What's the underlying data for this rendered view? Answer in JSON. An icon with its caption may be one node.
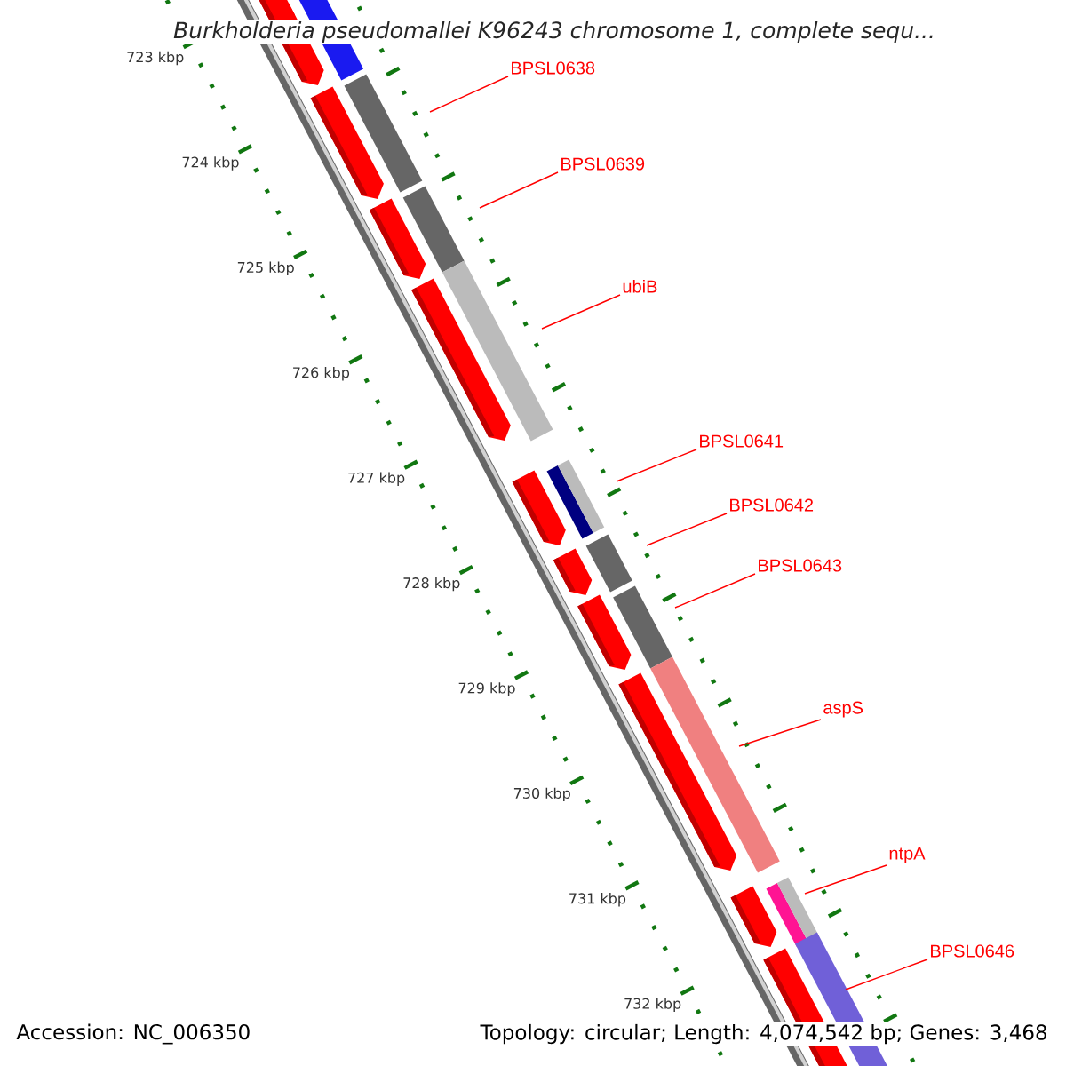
{
  "diagram": {
    "title": "Burkholderia pseudomallei K96243 chromosome 1, complete sequ...",
    "nodes": [
      {
        "text": [
          "BPSL0638"
        ]
      },
      {
        "text": [
          "BPSL0639"
        ]
      },
      {
        "text": [
          "ubiB"
        ]
      },
      {
        "text": [
          "BPSL0641"
        ]
      },
      {
        "text": [
          "BPSL0642"
        ]
      },
      {
        "text": [
          "BPSL0643"
        ]
      },
      {
        "text": [
          "aspS"
        ]
      },
      {
        "text": [
          "ntpA"
        ]
      },
      {
        "text": [
          "BPSL0646"
        ]
      }
    ],
    "edges": [
      {
        "from": 0,
        "to": null,
        "arrow": "none"
      },
      {
        "from": 1,
        "to": null,
        "arrow": "none"
      },
      {
        "from": 2,
        "to": null,
        "arrow": "none"
      },
      {
        "from": 3,
        "to": null,
        "arrow": "none"
      },
      {
        "from": 4,
        "to": null,
        "arrow": "none"
      },
      {
        "from": 5,
        "to": null,
        "arrow": "none"
      },
      {
        "from": 6,
        "to": null,
        "arrow": "none"
      },
      {
        "from": 7,
        "to": null,
        "arrow": "none"
      },
      {
        "from": 8,
        "to": null,
        "arrow": "none"
      }
    ],
    "labels": [
      "723 kbp",
      "724 kbp",
      "725 kbp",
      "726 kbp",
      "727 kbp",
      "728 kbp",
      "729 kbp",
      "730 kbp",
      "731 kbp",
      "732 kbp",
      "Accession: NC_006350",
      "Topology: circular; Length: 4,074,542 bp; Genes: 3,468"
    ]
  }
}
